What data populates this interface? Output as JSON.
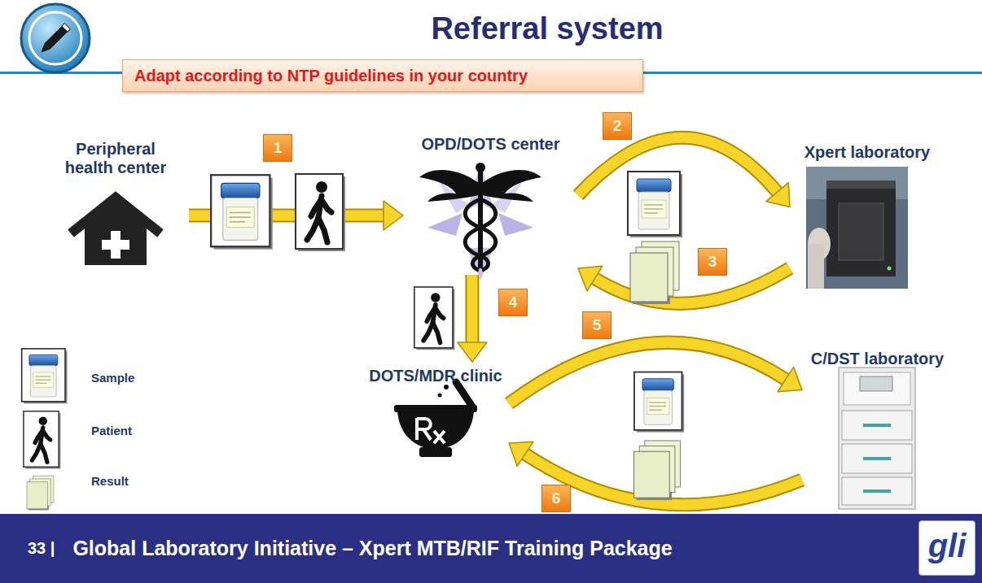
{
  "diagram": {
    "title": "Referral system",
    "nodes": [
      {
        "text": [
          "Adapt according to NTP guidelines in your country"
        ]
      },
      {
        "text": [
          "Peripheral health center"
        ]
      },
      {
        "text": [
          "OPD/DOTS center"
        ]
      },
      {
        "text": [
          "Xpert laboratory"
        ]
      },
      {
        "text": [
          "DOTS/MDR clinic"
        ]
      },
      {
        "text": [
          "C/DST laboratory"
        ]
      },
      {
        "text": [
          "33 |",
          "Global Laboratory Initiative – Xpert MTB/RIF Training Package"
        ]
      }
    ],
    "edges": [
      {
        "from": 1,
        "to": 2,
        "arrow": "to"
      },
      {
        "from": 2,
        "to": 3,
        "arrow": "to"
      },
      {
        "from": 3,
        "to": 2,
        "arrow": "to"
      },
      {
        "from": 2,
        "to": 4,
        "arrow": "to"
      },
      {
        "from": 4,
        "to": 5,
        "arrow": "to"
      },
      {
        "from": 5,
        "to": 4,
        "arrow": "to"
      }
    ],
    "labels": [
      "1",
      "2",
      "3",
      "4",
      "5",
      "6",
      "gli"
    ],
    "legend": [
      {
        "text": "Sample"
      },
      {
        "text": "Patient"
      },
      {
        "text": "Result"
      }
    ]
  }
}
